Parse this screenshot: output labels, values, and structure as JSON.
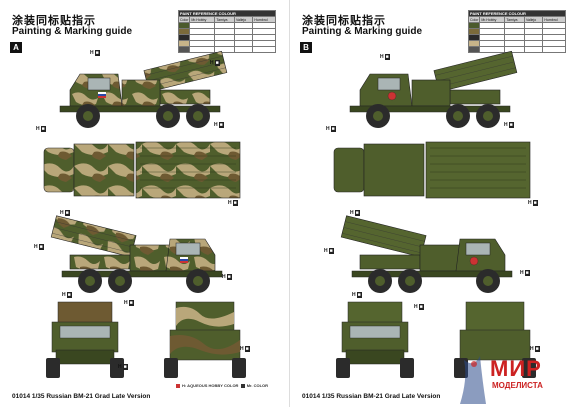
{
  "header": {
    "title_cn": "涂装同标贴指示",
    "title_en": "Painting & Marking guide"
  },
  "variants": [
    "A",
    "B"
  ],
  "reference_table": {
    "heading": "PAINT REFERENCE COLOUR",
    "columns": [
      "Color",
      "Mr.Hobby",
      "Tamiya",
      "Vallejo",
      "Humbrol"
    ],
    "rows": [
      {
        "swatch": "#4b5a2c",
        "values": [
          "",
          "",
          "",
          ""
        ]
      },
      {
        "swatch": "#7a6a3a",
        "values": [
          "",
          "",
          "",
          ""
        ]
      },
      {
        "swatch": "#2a2a2a",
        "values": [
          "",
          "",
          "",
          ""
        ]
      },
      {
        "swatch": "#c7b48a",
        "values": [
          "",
          "",
          "",
          ""
        ]
      },
      {
        "swatch": "#555555",
        "values": [
          "",
          "",
          "",
          ""
        ]
      }
    ]
  },
  "callouts_left": [
    "H",
    "H",
    "H",
    "H",
    "H",
    "H",
    "H",
    "H",
    "H",
    "H",
    "H",
    "H"
  ],
  "callouts_right": [
    "H",
    "H",
    "H",
    "H",
    "H",
    "H",
    "H",
    "H",
    "H",
    "H"
  ],
  "paint_legend": {
    "aqueous": "H: AQUEOUS HOBBY COLOR",
    "mr_color": "Mr. COLOR"
  },
  "footer": {
    "left": "01014 1/35 Russian BM-21 Grad Late Version",
    "right": "01014 1/35 Russian BM-21 Grad Late Version"
  },
  "watermark": {
    "text": "МИР",
    "sub": "МОДЕЛИСТА"
  },
  "colors": {
    "olive": "#4f5e2c",
    "olive_dark": "#3a4720",
    "camo_tan": "#b9a77a",
    "camo_brown": "#6e5a32",
    "tire": "#2b2b2b",
    "brand_red": "#cc2222"
  }
}
